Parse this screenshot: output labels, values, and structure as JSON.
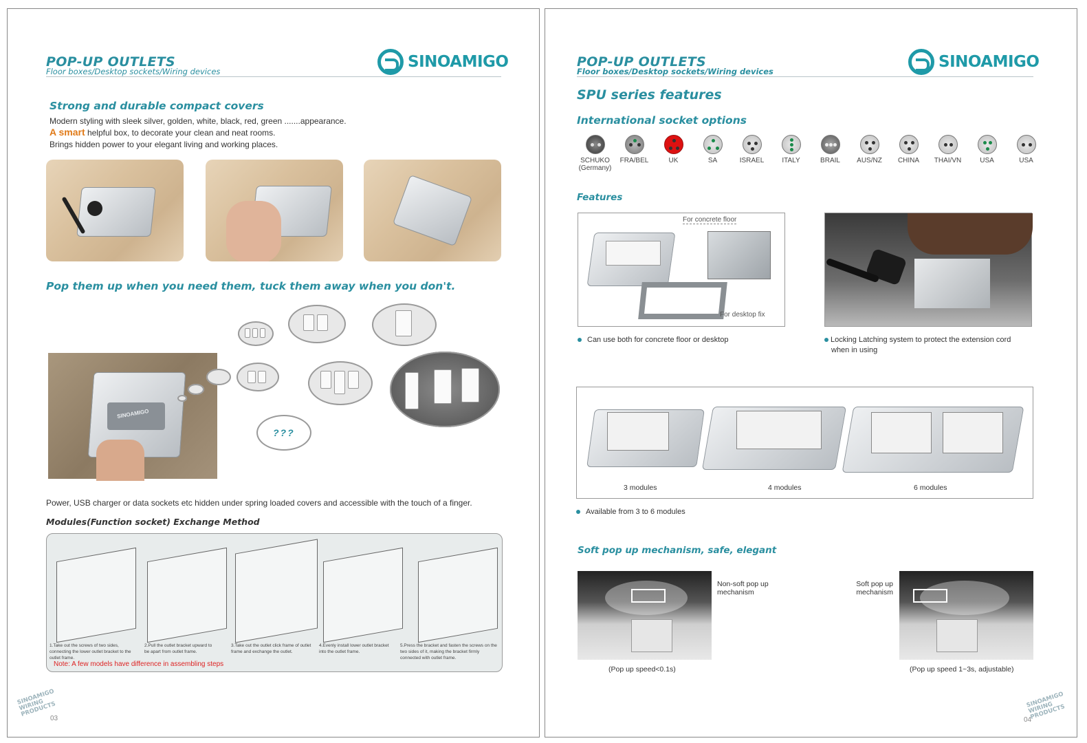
{
  "header": {
    "title": "POP-UP OUTLETS",
    "subtitle": "Floor boxes/Desktop sockets/Wiring devices",
    "logo_text": "SINOAMIGO"
  },
  "left": {
    "section1_title": "Strong and durable compact covers",
    "line1": "Modern styling with sleek silver, golden, white, black, red, green .......appearance.",
    "line2_highlight": "A smart",
    "line2_rest": " helpful box, to decorate your clean and neat rooms.",
    "line3": "Brings hidden power to your elegant living and working places.",
    "section2_title": "Pop them up when you need them, tuck them away when you don't.",
    "photo_brand": "SINOAMIGO",
    "question_text": "???",
    "power_text": "Power, USB charger or data sockets etc hidden under spring loaded covers and accessible with the touch of a finger.",
    "modules_title": "Modules(Function socket) Exchange Method",
    "steps": [
      "1.Take out the screws of two sides, connecting the lower outlet bracket to the outlet frame.",
      "2.Pull the outlet bracket upward to be apart from outlet frame.",
      "3.Take out the outlet click frame of outlet frame and exchange the outlet.",
      "4.Evenly install lower outlet bracket into the outlet frame.",
      "5.Press the bracket and fasten the screws on the two sides of it, making the bracket firmly connected with outlet frame."
    ],
    "note": "Note: A few models have difference in assembling steps",
    "corner_text": [
      "SINOAMIGO",
      "WIRING",
      "PRODUCTS"
    ],
    "page_number": "03"
  },
  "right": {
    "series_title": "SPU series features",
    "intl_title": "International socket options",
    "sockets": [
      {
        "label": "SCHUKO",
        "label2": "(Germany)",
        "color": "#555555"
      },
      {
        "label": "FRA/BEL",
        "label2": "",
        "color": "#9a9a9a"
      },
      {
        "label": "UK",
        "label2": "",
        "color": "#dd1111"
      },
      {
        "label": "SA",
        "label2": "",
        "color": "#b5b5b5"
      },
      {
        "label": "ISRAEL",
        "label2": "",
        "color": "#bdbdbd"
      },
      {
        "label": "ITALY",
        "label2": "",
        "color": "#bdbdbd"
      },
      {
        "label": "BRAIL",
        "label2": "",
        "color": "#888888"
      },
      {
        "label": "AUS/NZ",
        "label2": "",
        "color": "#c8c8c8"
      },
      {
        "label": "CHINA",
        "label2": "",
        "color": "#c8c8c8"
      },
      {
        "label": "THAI/VN",
        "label2": "",
        "color": "#c8c8c8"
      },
      {
        "label": "USA",
        "label2": "",
        "color": "#b5b5b5"
      },
      {
        "label": "USA",
        "label2": "",
        "color": "#bdbdbd"
      }
    ],
    "features_title": "Features",
    "concrete_label": "For concrete floor",
    "desktop_label": "For desktop fix",
    "feature1": "Can use both for concrete floor or desktop",
    "feature2_line1": "Locking Latching system to protect the extension cord",
    "feature2_line2": "when in using",
    "modules": [
      "3 modules",
      "4 modules",
      "6 modules"
    ],
    "modules_note": "Available from 3 to 6 modules",
    "soft_title": "Soft pop up mechanism, safe, elegant",
    "nonsoft_label_1": "Non-soft pop up",
    "nonsoft_label_2": "mechanism",
    "soft_label_1": "Soft pop up",
    "soft_label_2": "mechanism",
    "speed1": "(Pop up speed<0.1s)",
    "speed2": "(Pop up speed 1~3s, adjustable)",
    "corner_text": [
      "SINOAMIGO",
      "WIRING",
      "PRODUCTS"
    ],
    "page_number": "04"
  }
}
